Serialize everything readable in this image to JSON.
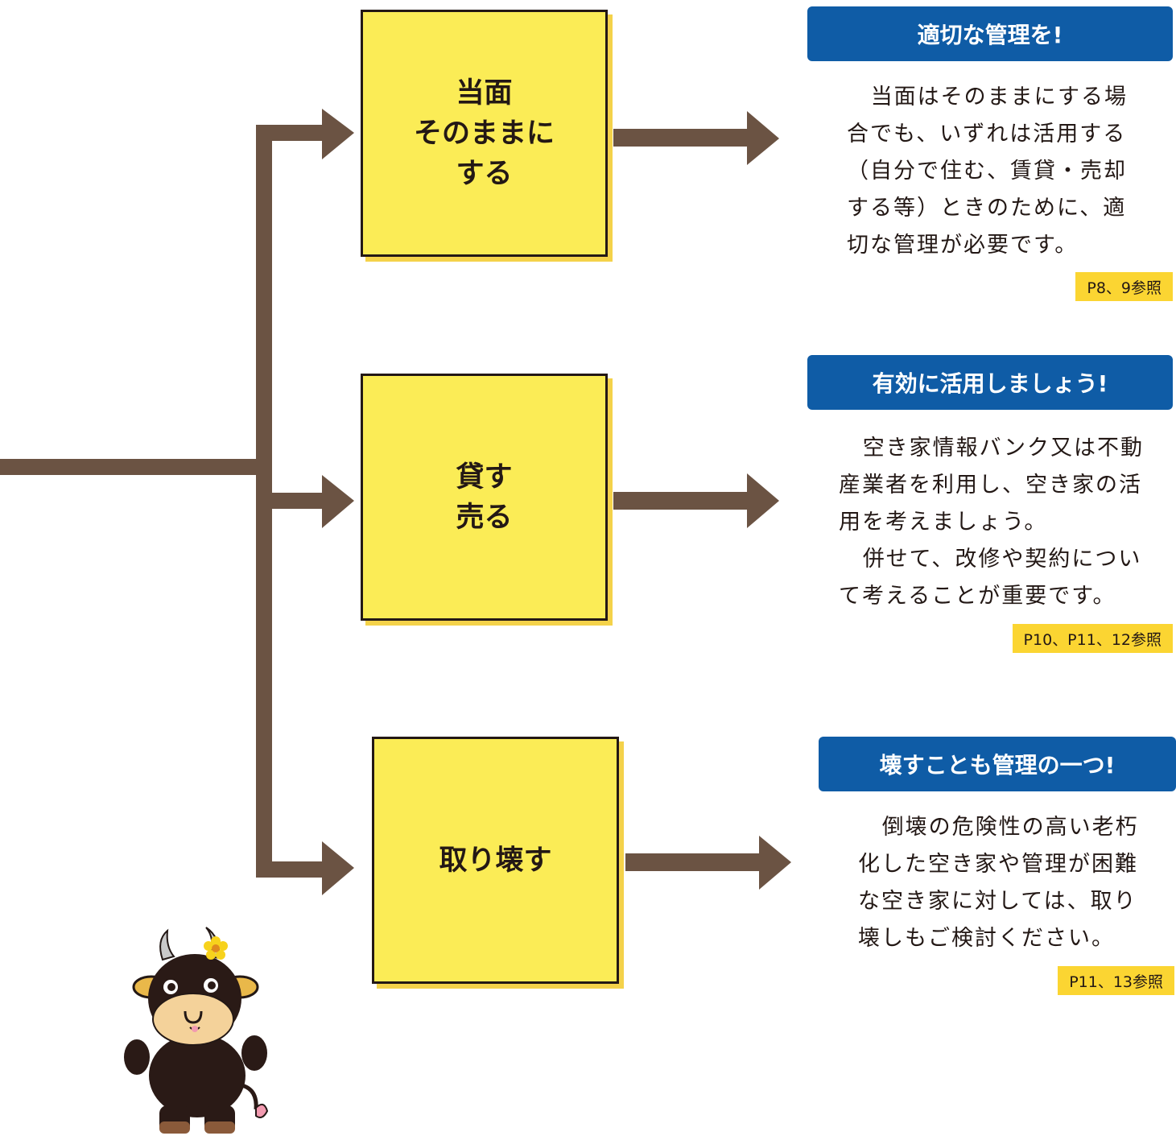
{
  "colors": {
    "arrow": "#6b5343",
    "box_fill": "#fbec56",
    "box_border": "#231815",
    "header_bg": "#0f5ca6",
    "ref_bg": "#fbd532"
  },
  "options": [
    {
      "box_lines": [
        "当面",
        "そのままに",
        "する"
      ],
      "header": "適切な管理を!",
      "description": [
        "当面はそのままにする場合でも、いずれは活用する（自分で住む、賃貸・売却する等）ときのために、適切な管理が必要です。"
      ],
      "reference": "P8、9参照"
    },
    {
      "box_lines": [
        "貸す",
        "売る"
      ],
      "header": "有効に活用しましょう!",
      "description": [
        "空き家情報バンク又は不動産業者を利用し、空き家の活用を考えましょう。",
        "併せて、改修や契約について考えることが重要です。"
      ],
      "reference": "P10、P11、12参照"
    },
    {
      "box_lines": [
        "取り壊す"
      ],
      "header": "壊すことも管理の一つ!",
      "description": [
        "倒壊の危険性の高い老朽化した空き家や管理が困難な空き家に対しては、取り壊しもご検討ください。"
      ],
      "reference": "P11、13参照"
    }
  ],
  "mascot": {
    "icon": "cow-mascot-illustration"
  }
}
